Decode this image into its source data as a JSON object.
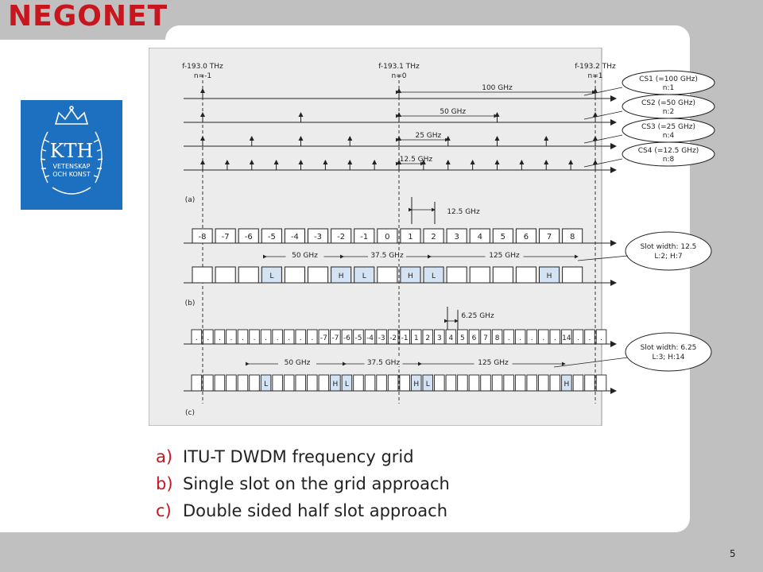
{
  "title": "NEGONET",
  "logo": {
    "name": "KTH",
    "line1": "VETENSKAP",
    "line2": "OCH KONST"
  },
  "captions": [
    {
      "marker": "a)",
      "text": "ITU-T DWDM frequency grid"
    },
    {
      "marker": "b)",
      "text": "Single slot on the grid approach"
    },
    {
      "marker": "c)",
      "text": "Double sided half slot approach"
    }
  ],
  "page_number": "5",
  "colors": {
    "title": "#c8161e",
    "logo": "#1d6fbf",
    "slot_highlight": "#d4e3f4",
    "diagram_bg": "#ececec"
  },
  "diagram": {
    "freq_labels": [
      {
        "f": "f-193.0 THz",
        "n": "n=-1"
      },
      {
        "f": "f-193.1 THz",
        "n": "n=0"
      },
      {
        "f": "f-193.2 THz",
        "n": "n=1"
      }
    ],
    "a": {
      "spacing_labels": [
        "100 GHz",
        "50 GHz",
        "25 GHz",
        "12.5 GHz"
      ],
      "callouts": [
        {
          "line1": "CS1 (=100 GHz)",
          "line2": "n:1"
        },
        {
          "line1": "CS2 (=50 GHz)",
          "line2": "n:2"
        },
        {
          "line1": "CS3 (=25 GHz)",
          "line2": "n:4"
        },
        {
          "line1": "CS4 (=12.5 GHz)",
          "line2": "n:8"
        }
      ],
      "label": "(a)"
    },
    "b": {
      "spacing": "12.5 GHz",
      "slots": [
        "-8",
        "-7",
        "-6",
        "-5",
        "-4",
        "-3",
        "-2",
        "-1",
        "0",
        "1",
        "2",
        "3",
        "4",
        "5",
        "6",
        "7",
        "8"
      ],
      "widths": [
        "50 GHz",
        "37.5 GHz",
        "125 GHz"
      ],
      "markers": [
        {
          "index": 3,
          "text": "L"
        },
        {
          "index": 6,
          "text": "H"
        },
        {
          "index": 7,
          "text": "L"
        },
        {
          "index": 9,
          "text": "H"
        },
        {
          "index": 10,
          "text": "L"
        },
        {
          "index": 15,
          "text": "H"
        }
      ],
      "callout": {
        "line1": "Slot width: 12.5",
        "line2": "L:2; H:7"
      },
      "label": "(b)"
    },
    "c": {
      "spacing": "6.25 GHz",
      "slots": [
        ".",
        ".",
        ".",
        ".",
        ".",
        ".",
        ".",
        ".",
        ".",
        ".",
        ".",
        "-7",
        "-7",
        "-6",
        "-5",
        "-4",
        "-3",
        "-2",
        "-1",
        "1",
        "2",
        "3",
        "4",
        "5",
        "6",
        "7",
        "8",
        ".",
        ".",
        ".",
        ".",
        ".",
        "14",
        ".",
        ".",
        "."
      ],
      "widths": [
        "50 GHz",
        "37.5 GHz",
        "125 GHz"
      ],
      "markers": [
        {
          "index": 6,
          "text": "L"
        },
        {
          "index": 12,
          "text": "H"
        },
        {
          "index": 13,
          "text": "L"
        },
        {
          "index": 19,
          "text": "H"
        },
        {
          "index": 20,
          "text": "L"
        },
        {
          "index": 32,
          "text": "H"
        }
      ],
      "callout": {
        "line1": "Slot width: 6.25",
        "line2": "L:3; H:14"
      },
      "label": "(c)"
    }
  }
}
